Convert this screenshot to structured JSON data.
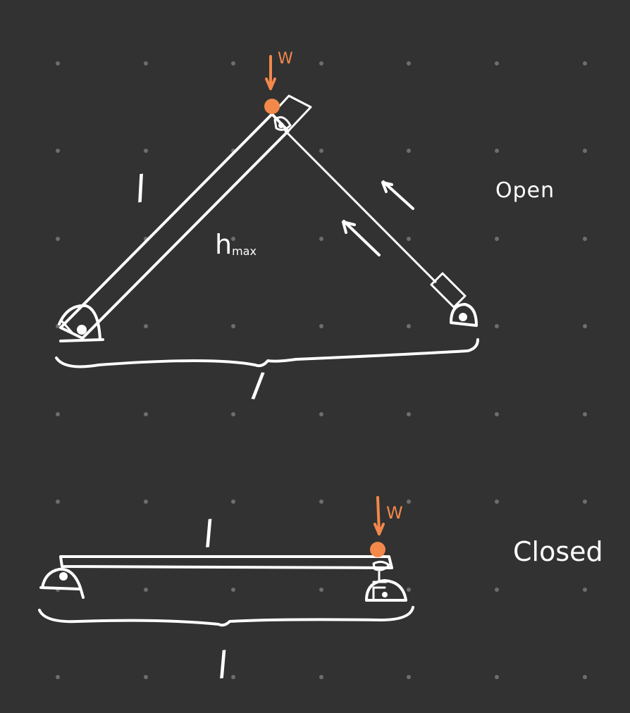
{
  "colors": {
    "background": "#323232",
    "grid_dot": "#6e6e6e",
    "ink": "#ffffff",
    "load": "#f2884a"
  },
  "open": {
    "state_label": "Open",
    "arm_length_label": "l",
    "base_length_label": "l",
    "height_label_main": "h",
    "height_label_sub": "max",
    "load_label": "W"
  },
  "closed": {
    "state_label": "Closed",
    "arm_length_label": "l",
    "base_length_label": "l",
    "load_label": "W"
  }
}
